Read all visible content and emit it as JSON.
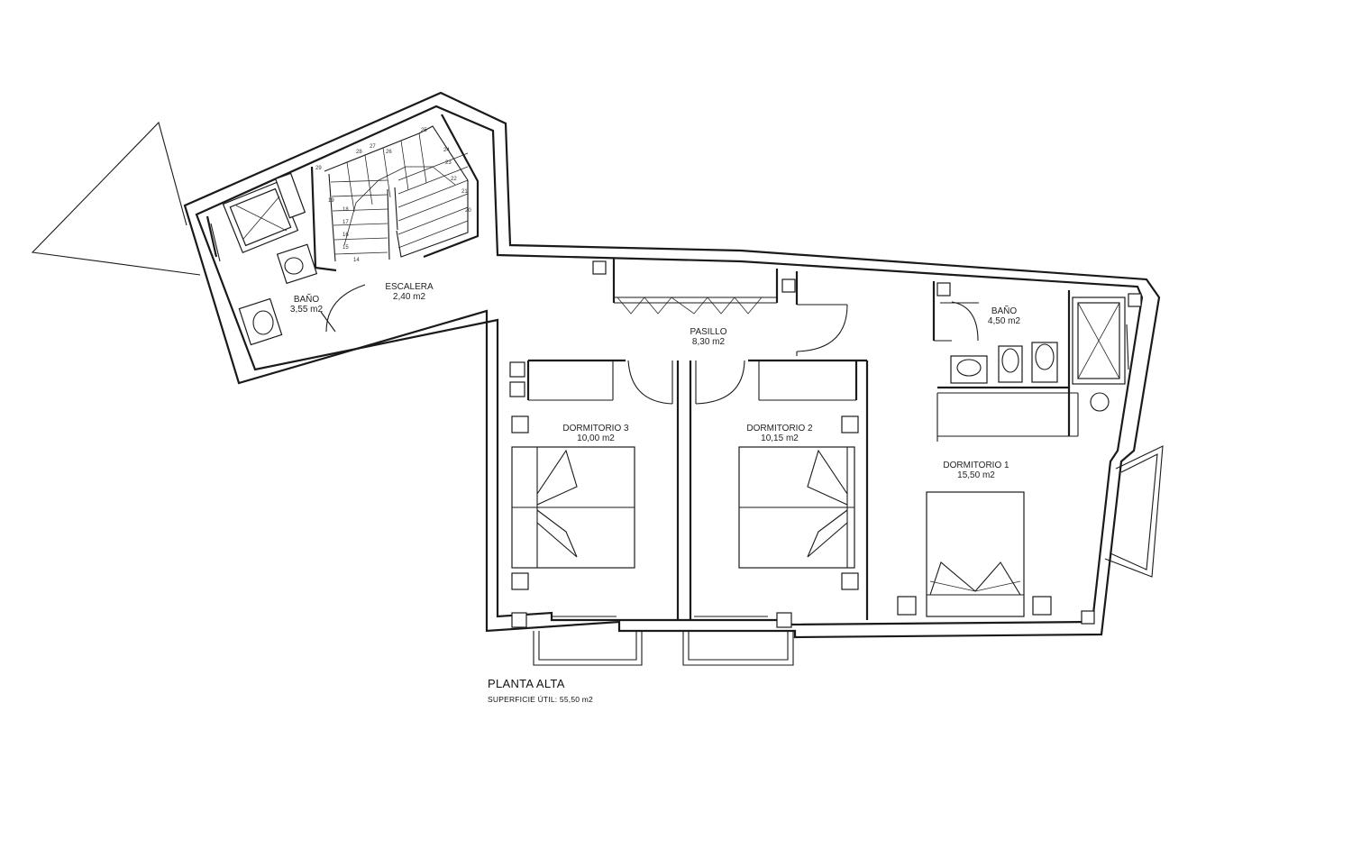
{
  "plan": {
    "title": "PLANTA ALTA",
    "surface_label": "SUPERFICIE ÚTIL:",
    "surface_value": "55,50 m2"
  },
  "rooms": {
    "bano_small": {
      "name": "BAÑO",
      "area": "3,55 m2"
    },
    "escalera": {
      "name": "ESCALERA",
      "area": "2,40 m2"
    },
    "pasillo": {
      "name": "PASILLO",
      "area": "8,30 m2"
    },
    "bano_large": {
      "name": "BAÑO",
      "area": "4,50 m2"
    },
    "dormitorio_3": {
      "name": "DORMITORIO 3",
      "area": "10,00 m2"
    },
    "dormitorio_2": {
      "name": "DORMITORIO 2",
      "area": "10,15 m2"
    },
    "dormitorio_1": {
      "name": "DORMITORIO 1",
      "area": "15,50 m2"
    }
  },
  "stair_steps": [
    "14",
    "15",
    "16",
    "17",
    "18",
    "19",
    "20",
    "21",
    "22",
    "23",
    "24",
    "25",
    "26",
    "27",
    "28",
    "29"
  ]
}
